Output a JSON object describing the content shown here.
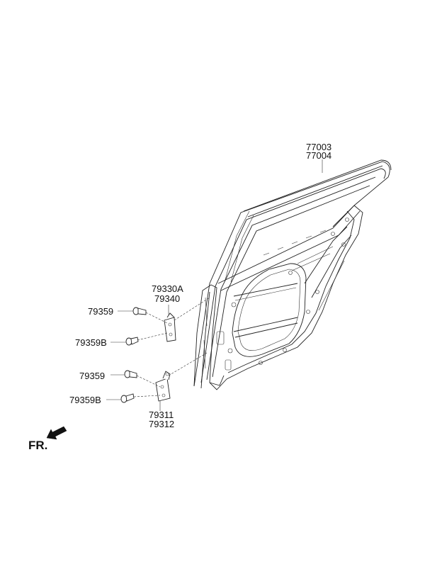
{
  "labels": {
    "weatherstrip_a": "77003",
    "weatherstrip_b": "77004",
    "upper_hinge_a": "79330A",
    "upper_hinge_b": "79340",
    "upper_bolt": "79359",
    "upper_bolt_b": "79359B",
    "lower_bolt": "79359",
    "lower_bolt_b": "79359B",
    "lower_hinge_a": "79311",
    "lower_hinge_b": "79312",
    "front": "FR."
  },
  "icons": {
    "front_arrow": "arrow-down-left-icon"
  },
  "colors": {
    "line": "#222222",
    "text": "#111111",
    "background": "#ffffff"
  }
}
